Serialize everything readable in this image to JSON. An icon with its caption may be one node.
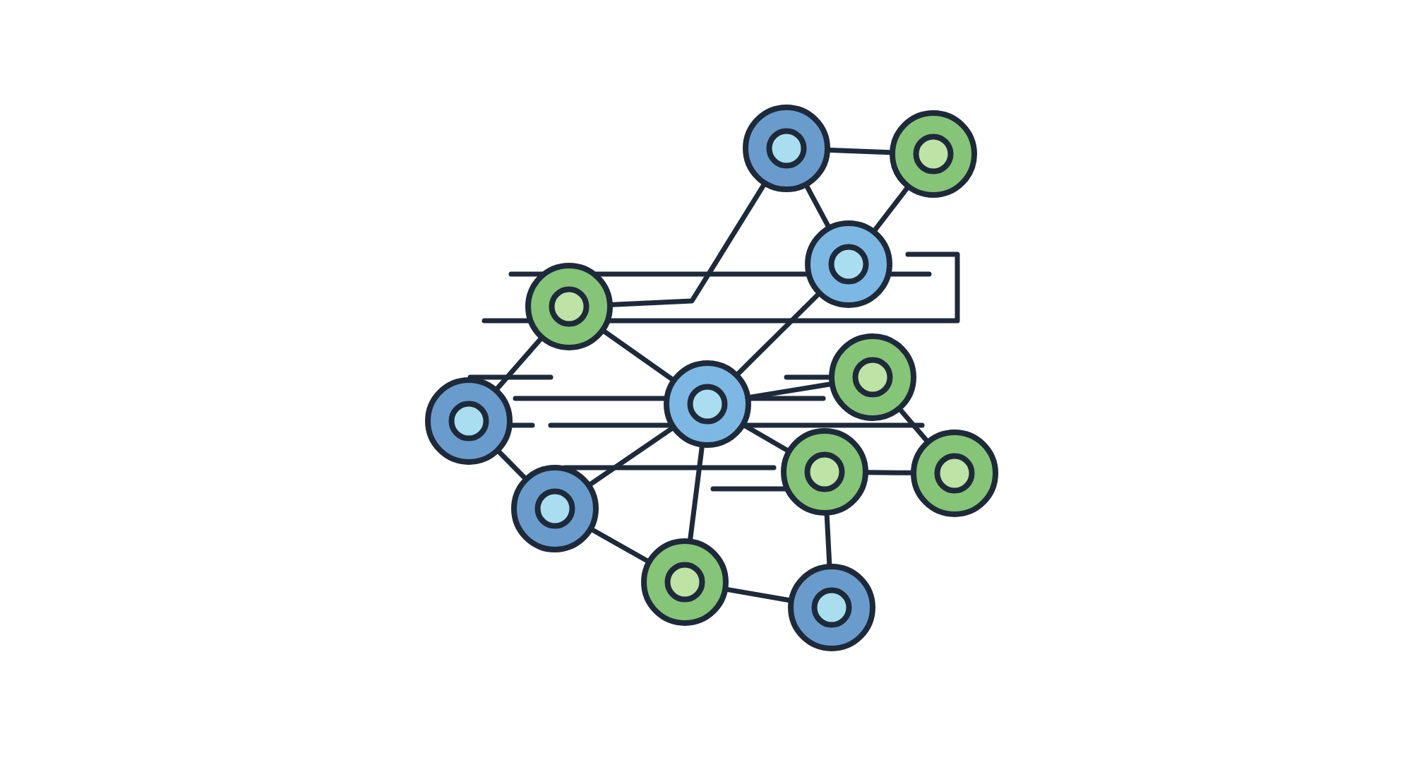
{
  "diagram": {
    "nodes": [
      {
        "text": [],
        "shape": "circle"
      },
      {
        "text": [],
        "shape": "circle"
      },
      {
        "text": [],
        "shape": "circle"
      },
      {
        "text": [],
        "shape": "circle"
      },
      {
        "text": [],
        "shape": "circle"
      },
      {
        "text": [],
        "shape": "circle"
      },
      {
        "text": [],
        "shape": "circle"
      },
      {
        "text": [],
        "shape": "circle"
      },
      {
        "text": [],
        "shape": "circle"
      },
      {
        "text": [],
        "shape": "circle"
      },
      {
        "text": [],
        "shape": "circle"
      },
      {
        "text": [],
        "shape": "circle"
      }
    ],
    "edges": [
      {
        "from": 0,
        "to": 1,
        "arrow": "none"
      },
      {
        "from": 0,
        "to": 2,
        "arrow": "none"
      },
      {
        "from": 1,
        "to": 2,
        "arrow": "none"
      },
      {
        "from": 0,
        "to": 3,
        "arrow": "none"
      },
      {
        "from": 2,
        "to": 5,
        "arrow": "none"
      },
      {
        "from": 3,
        "to": 6,
        "arrow": "none"
      },
      {
        "from": 3,
        "to": 5,
        "arrow": "none"
      },
      {
        "from": 5,
        "to": 4,
        "arrow": "none"
      },
      {
        "from": 4,
        "to": 8,
        "arrow": "none"
      },
      {
        "from": 6,
        "to": 9,
        "arrow": "none"
      },
      {
        "from": 5,
        "to": 9,
        "arrow": "none"
      },
      {
        "from": 5,
        "to": 10,
        "arrow": "none"
      },
      {
        "from": 5,
        "to": 7,
        "arrow": "none"
      },
      {
        "from": 7,
        "to": 8,
        "arrow": "none"
      },
      {
        "from": 7,
        "to": 11,
        "arrow": "none"
      },
      {
        "from": 9,
        "to": 10,
        "arrow": "none"
      },
      {
        "from": 10,
        "to": 11,
        "arrow": "none"
      }
    ]
  }
}
